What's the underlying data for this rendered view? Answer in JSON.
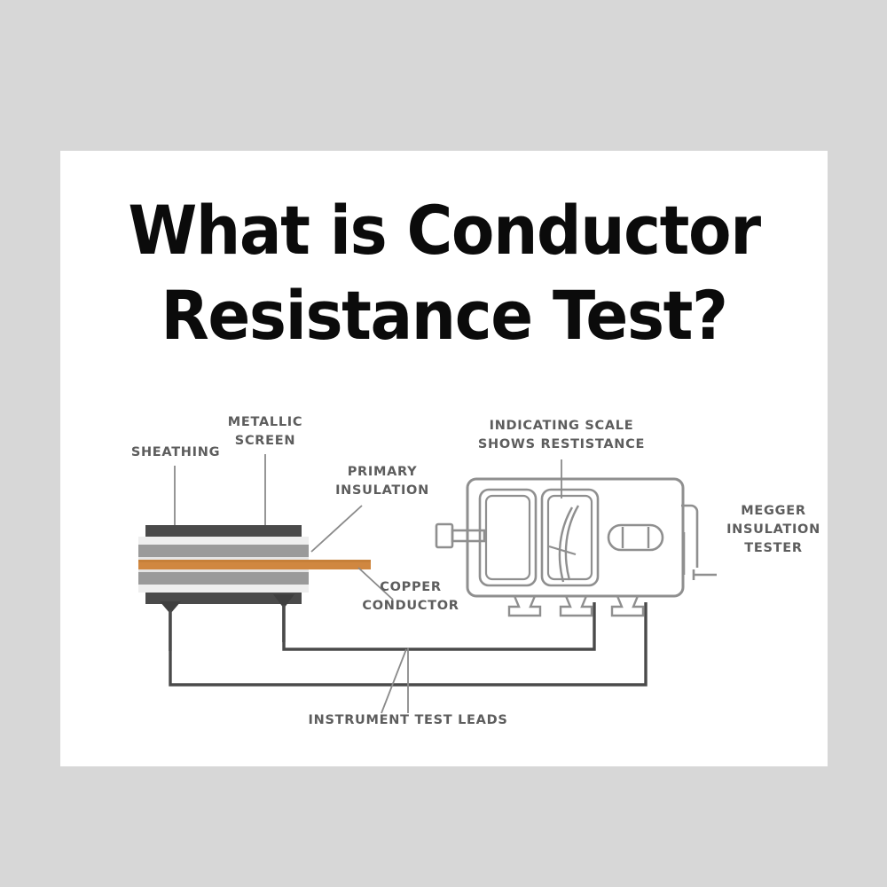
{
  "canvas": {
    "background_color": "#d7d7d7",
    "card_color": "#ffffff"
  },
  "title": {
    "line1": "What is Conductor",
    "line2": "Resistance Test?",
    "color": "#0b0b0b"
  },
  "diagram": {
    "subject": "conductor-resistance-test-setup",
    "label_color": "#5d5d5d",
    "line_color": "#4a4a4a",
    "labels": [
      {
        "id": "sheathing",
        "text": "SHEATHING"
      },
      {
        "id": "metallic-screen",
        "text": "METALLIC\nSCREEN"
      },
      {
        "id": "primary-insulation",
        "text": "PRIMARY\nINSULATION"
      },
      {
        "id": "copper-conductor",
        "text": "COPPER\nCONDUCTOR"
      },
      {
        "id": "indicating-scale",
        "text": "INDICATING SCALE\nSHOWS RESTISTANCE"
      },
      {
        "id": "megger-tester",
        "text": "MEGGER\nINSULATION\nTESTER"
      },
      {
        "id": "test-leads",
        "text": "INSTRUMENT TEST LEADS"
      }
    ],
    "cable": {
      "name": "cross-section-cable",
      "layers": [
        {
          "name": "sheathing-top",
          "color": "#4a4a4a"
        },
        {
          "name": "screen-top-light",
          "color": "#e8e8e8"
        },
        {
          "name": "screen-top-mid",
          "color": "#9a9a9a"
        },
        {
          "name": "copper-conductor-core",
          "color": "#d08740"
        },
        {
          "name": "screen-bottom-mid",
          "color": "#9a9a9a"
        },
        {
          "name": "screen-bottom-light",
          "color": "#e8e8e8"
        },
        {
          "name": "sheathing-bottom",
          "color": "#4a4a4a"
        }
      ]
    },
    "instrument": {
      "name": "megger-insulation-tester",
      "body_color": "#9b9b9b",
      "parts": [
        "crank-handle",
        "left-display-window",
        "meter-scale-window",
        "needle-pointer",
        "capsule-latch",
        "side-handle",
        "terminal-post-1",
        "terminal-post-2",
        "terminal-post-3"
      ]
    },
    "leads": {
      "name": "instrument-test-leads",
      "count": 2,
      "color": "#4a4a4a"
    }
  }
}
